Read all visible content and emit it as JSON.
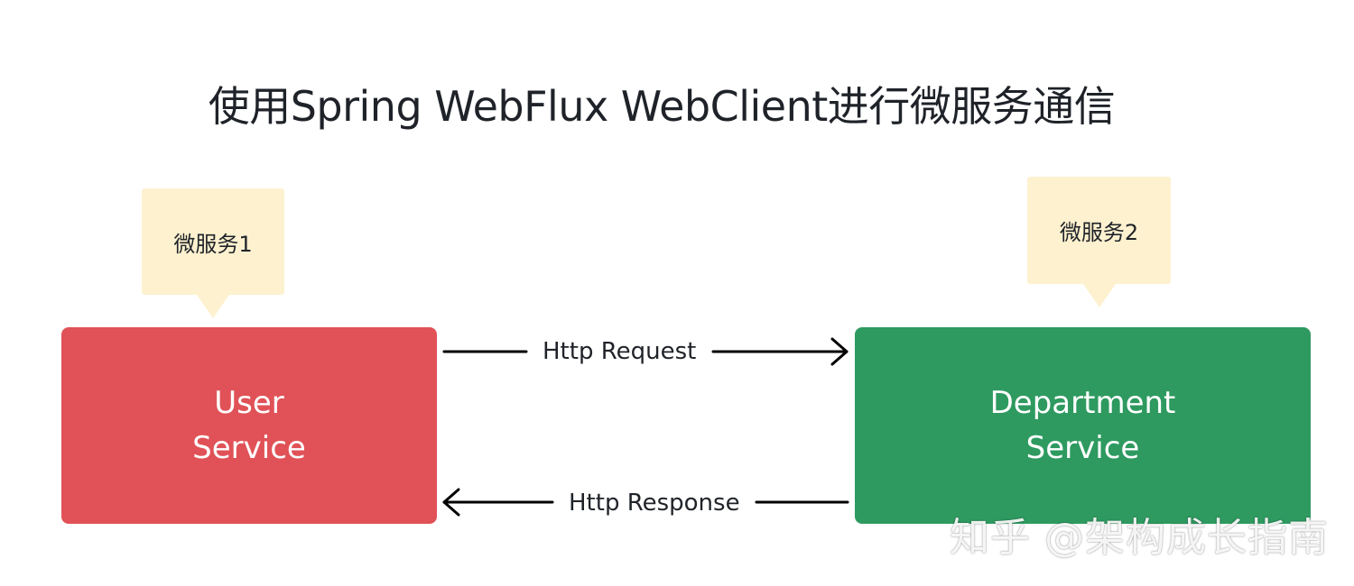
{
  "title": "使用Spring WebFlux WebClient进行微服务通信",
  "callouts": {
    "left": "微服务1",
    "right": "微服务2"
  },
  "services": {
    "user": {
      "line1": "User",
      "line2": "Service",
      "color": "#e05257"
    },
    "department": {
      "line1": "Department",
      "line2": "Service",
      "color": "#2e9a60"
    }
  },
  "arrows": {
    "request": "Http Request",
    "response": "Http Response"
  },
  "watermark": "知乎 @架构成长指南",
  "colors": {
    "callout_bg": "#fdf1cf",
    "arrow": "#000000",
    "text": "#1f2329"
  }
}
